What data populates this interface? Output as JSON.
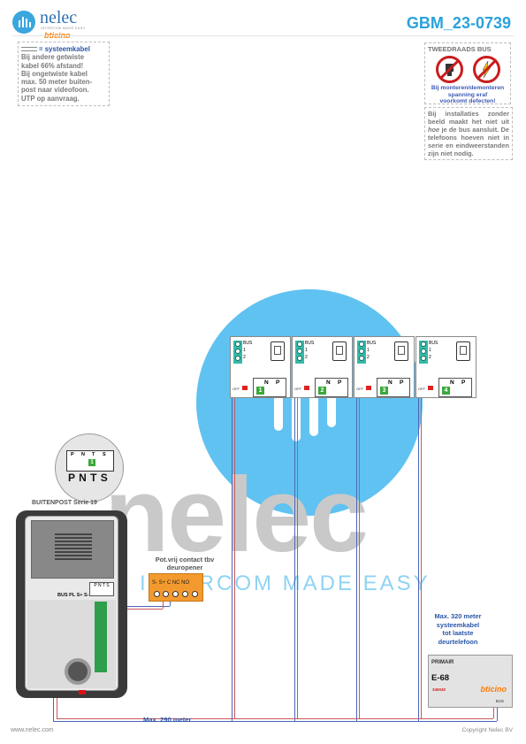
{
  "brand": {
    "name": "nelec",
    "tagline": "INTERCOM MADE EASY",
    "partner": "bticino",
    "brand_color": "#2aa2dc",
    "accent_color": "#ff7a00"
  },
  "header": {
    "doc_code": "GBM_23-0739"
  },
  "cable_note": {
    "title": "= systeemkabel",
    "lines": [
      "Bij andere getwiste",
      "kabel 66% afstand!",
      "Bij ongetwiste kabel",
      "max. 50 meter buiten-",
      "post naar videofoon.",
      "UTP op aanvraag."
    ]
  },
  "bus_box": {
    "title": "TWEEDRAADS BUS",
    "warning_lines": [
      "Bij monteren/demonteren",
      "spanning eraf",
      "voorkomt defecten!"
    ],
    "warning_icons": [
      "no-plug-icon",
      "no-lightning-icon"
    ]
  },
  "install_note": {
    "text": "Bij installaties zonder beeld maakt het niet uit hoe je de bus aansluit. De telefoons hoeven niet in serie en eindweerstanden zijn niet nodig.",
    "emphasis": "hoe"
  },
  "watermark": {
    "word": "nelec",
    "tagline": "INTERCOM MADE EASY"
  },
  "handsets": [
    {
      "number": "1",
      "bus_labels": [
        "BUS",
        "1",
        "2"
      ],
      "np": [
        "N",
        "P"
      ],
      "off": "OFF"
    },
    {
      "number": "2",
      "bus_labels": [
        "BUS",
        "1",
        "2"
      ],
      "np": [
        "N",
        "P"
      ],
      "off": "OFF"
    },
    {
      "number": "3",
      "bus_labels": [
        "BUS",
        "1",
        "2"
      ],
      "np": [
        "N",
        "P"
      ],
      "off": "OFF"
    },
    {
      "number": "4",
      "bus_labels": [
        "BUS",
        "1",
        "2"
      ],
      "np": [
        "N",
        "P"
      ],
      "off": "OFF"
    }
  ],
  "outdoor_station": {
    "title": "BUITENPOST Serie 19",
    "terminal_labels": "BUS PL S+ S-",
    "dip_labels": "P N T S",
    "zoom_top": [
      "P",
      "N",
      "T",
      "S"
    ],
    "zoom_big": "P N T S",
    "zoom_digit": "1"
  },
  "relay": {
    "title": "Pot.vrij contact tbv deuropener",
    "terminals": "S-  S+ C NC NO"
  },
  "psu": {
    "primary": "PRIMAIR",
    "model": "E-68",
    "part_number": "346040",
    "brand": "bticino",
    "bus": "BUS"
  },
  "notes": {
    "max290": "Max. 290 meter",
    "max320": [
      "Max. 320 meter",
      "systeemkabel",
      "tot laatste",
      "deurtelefoon"
    ]
  },
  "footer": {
    "left": "www.nelec.com",
    "right": "Copyright Nelec BV"
  }
}
